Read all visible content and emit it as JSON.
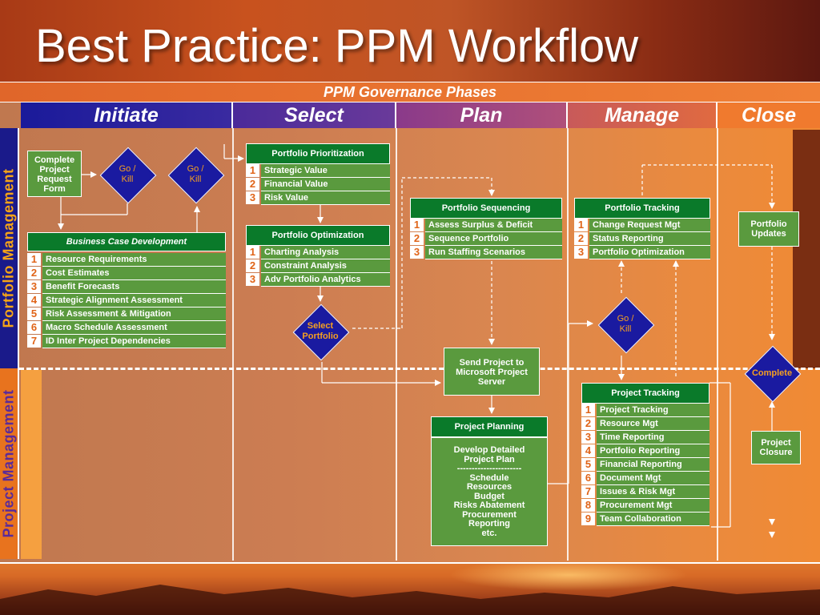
{
  "title": "Best Practice:  PPM Workflow",
  "phases_header": "PPM Governance Phases",
  "phases": [
    "Initiate",
    "Select",
    "Plan",
    "Manage",
    "Close"
  ],
  "lanes": {
    "top": "Portfolio Management",
    "bottom": "Project Management"
  },
  "colors": {
    "lane_top": "#1a1a8a",
    "box_green": "#5a9a3e",
    "header_green": "#0a7a2a",
    "diamond": "#1a1aa0",
    "number_text": "#e06418"
  },
  "complete_request": "Complete Project Request Form",
  "decisions": {
    "go_kill_1": "Go / Kill",
    "go_kill_2": "Go / Kill",
    "select_portfolio": "Select Portfolio",
    "go_kill_3": "Go / Kill",
    "complete": "Complete"
  },
  "business_case": {
    "title": "Business Case Development",
    "items": [
      {
        "n": "1",
        "label": "Resource Requirements"
      },
      {
        "n": "2",
        "label": "Cost Estimates"
      },
      {
        "n": "3",
        "label": "Benefit Forecasts"
      },
      {
        "n": "4",
        "label": "Strategic Alignment Assessment"
      },
      {
        "n": "5",
        "label": "Risk Assessment & Mitigation"
      },
      {
        "n": "6",
        "label": "Macro Schedule Assessment"
      },
      {
        "n": "7",
        "label": "ID Inter Project Dependencies"
      }
    ]
  },
  "prioritization": {
    "title": "Portfolio Prioritization",
    "items": [
      {
        "n": "1",
        "label": "Strategic Value"
      },
      {
        "n": "2",
        "label": "Financial Value"
      },
      {
        "n": "3",
        "label": "Risk Value"
      }
    ]
  },
  "optimization": {
    "title": "Portfolio Optimization",
    "items": [
      {
        "n": "1",
        "label": "Charting Analysis"
      },
      {
        "n": "2",
        "label": "Constraint Analysis"
      },
      {
        "n": "3",
        "label": "Adv Portfolio Analytics"
      }
    ]
  },
  "sequencing": {
    "title": "Portfolio Sequencing",
    "items": [
      {
        "n": "1",
        "label": "Assess Surplus & Deficit"
      },
      {
        "n": "2",
        "label": "Sequence Portfolio"
      },
      {
        "n": "3",
        "label": "Run Staffing Scenarios"
      }
    ]
  },
  "portfolio_tracking": {
    "title": "Portfolio Tracking",
    "items": [
      {
        "n": "1",
        "label": "Change Request Mgt"
      },
      {
        "n": "2",
        "label": "Status Reporting"
      },
      {
        "n": "3",
        "label": "Portfolio Optimization"
      }
    ]
  },
  "portfolio_updates": "Portfolio Updates",
  "send_project": "Send Project to Microsoft Project Server",
  "project_planning": {
    "title": "Project Planning",
    "heading": "Develop Detailed Project Plan",
    "separator": "----------------------",
    "items": [
      "Schedule",
      "Resources",
      "Budget",
      "Risks Abatement",
      "Procurement",
      "Reporting",
      "etc."
    ]
  },
  "project_tracking": {
    "title": "Project Tracking",
    "items": [
      {
        "n": "1",
        "label": "Project Tracking"
      },
      {
        "n": "2",
        "label": "Resource Mgt"
      },
      {
        "n": "3",
        "label": "Time Reporting"
      },
      {
        "n": "4",
        "label": "Portfolio Reporting"
      },
      {
        "n": "5",
        "label": "Financial Reporting"
      },
      {
        "n": "6",
        "label": "Document Mgt"
      },
      {
        "n": "7",
        "label": "Issues & Risk Mgt"
      },
      {
        "n": "8",
        "label": "Procurement Mgt"
      },
      {
        "n": "9",
        "label": "Team Collaboration"
      }
    ]
  },
  "project_closure": "Project Closure"
}
